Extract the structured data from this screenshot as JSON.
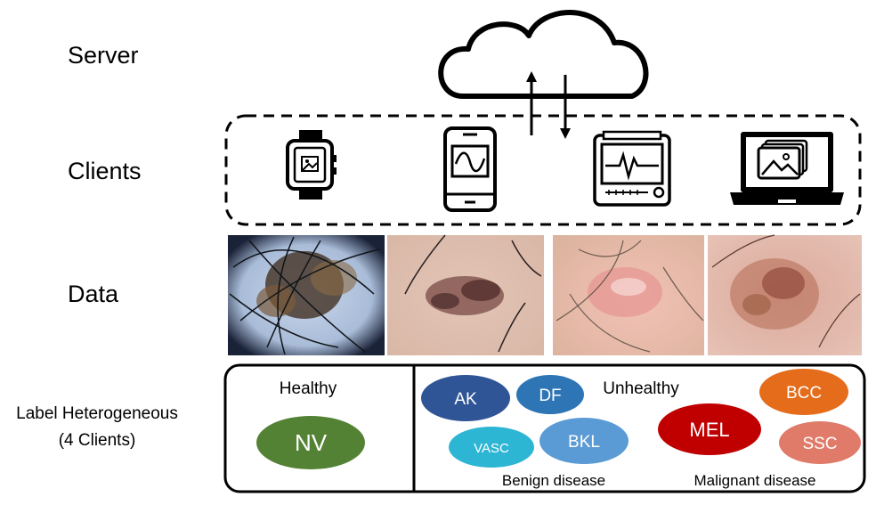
{
  "rows": {
    "server": "Server",
    "clients": "Clients",
    "data": "Data",
    "label_line1": "Label Heterogeneous",
    "label_line2": "(4 Clients)"
  },
  "devices": [
    "smartwatch-icon",
    "smartphone-icon",
    "medical-monitor-icon",
    "laptop-icon"
  ],
  "data_images": [
    "dermoscopy-image-1",
    "dermoscopy-image-2",
    "dermoscopy-image-3",
    "dermoscopy-image-4"
  ],
  "labels": {
    "healthy_title": "Healthy",
    "unhealthy_title": "Unhealthy",
    "benign_caption": "Benign disease",
    "malignant_caption": "Malignant disease",
    "classes": {
      "nv": {
        "text": "NV",
        "color": "#548235"
      },
      "ak": {
        "text": "AK",
        "color": "#2F5597"
      },
      "df": {
        "text": "DF",
        "color": "#2E75B6"
      },
      "vasc": {
        "text": "VASC",
        "color": "#2DB5D4"
      },
      "bkl": {
        "text": "BKL",
        "color": "#5B9BD5"
      },
      "bcc": {
        "text": "BCC",
        "color": "#E46C1A"
      },
      "mel": {
        "text": "MEL",
        "color": "#C00000"
      },
      "ssc": {
        "text": "SSC",
        "color": "#E07B6A"
      }
    }
  }
}
